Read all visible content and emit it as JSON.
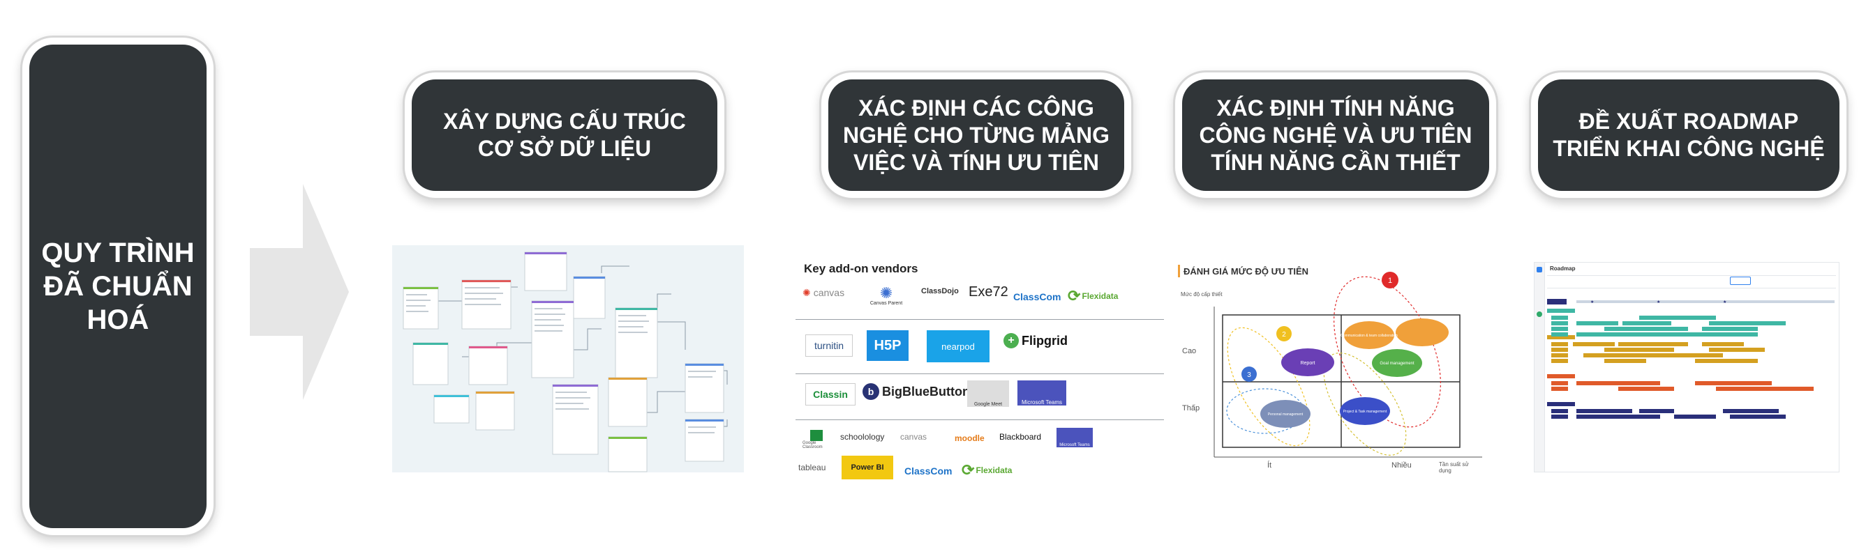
{
  "main": {
    "title": "QUY TRÌNH\nĐÃ CHUẨN\nHOÁ"
  },
  "steps": [
    {
      "label": "XÂY DỰNG CẤU TRÚC\nCƠ SỞ DỮ LIỆU"
    },
    {
      "label": "XÁC ĐỊNH CÁC CÔNG\nNGHỆ CHO TỪNG MẢNG\nVIỆC VÀ TÍNH ƯU TIÊN"
    },
    {
      "label": "XÁC ĐỊNH TÍNH NĂNG\nCÔNG NGHỆ VÀ ƯU TIÊN\nTÍNH NĂNG CẦN THIẾT"
    },
    {
      "label": "ĐỀ XUẤT ROADMAP\nTRIỂN KHAI CÔNG NGHỆ"
    }
  ],
  "vendors": {
    "title": "Key add-on vendors",
    "row1": [
      "canvas",
      "Canvas Parent",
      "ClassDojo",
      "Exe72",
      "ClassCom",
      "Flexidata"
    ],
    "row2": [
      "turnitin",
      "H5P",
      "nearpod",
      "Flipgrid"
    ],
    "row3": [
      "Classin",
      "BigBlueButton",
      "Google Meet",
      "Microsoft Teams"
    ],
    "row4": [
      "Google Classroom",
      "schoolology",
      "canvas",
      "moodle",
      "Blackboard",
      "Microsoft Teams"
    ],
    "row5": [
      "tableau",
      "Power BI",
      "ClassCom",
      "Flexidata"
    ]
  },
  "matrix": {
    "title": "ĐÁNH GIÁ MỨC ĐỘ ƯU TIÊN",
    "y_axis": "Mức độ cấp thiết",
    "y_high": "Cao",
    "y_low": "Thấp",
    "x_low": "Ít",
    "x_high": "Nhiều",
    "x_axis": "Tần suất sử dụng",
    "nodes": [
      "Report",
      "Communication & team collaboration",
      "Goal management",
      "Personal management",
      "Project & Task management"
    ],
    "groups": [
      "1",
      "2",
      "3"
    ]
  },
  "roadmap": {
    "title": "Roadmap"
  },
  "colors": {
    "dark_box": "#303538",
    "arrow": "#e6e6e6",
    "orange": "#f0a03a",
    "purple": "#6a3fb5",
    "green": "#55b04a",
    "blue": "#3b6fd1",
    "red": "#e02a2a",
    "teal": "#3fb7a4",
    "gold": "#d4a020",
    "navy": "#2a2f7a"
  }
}
